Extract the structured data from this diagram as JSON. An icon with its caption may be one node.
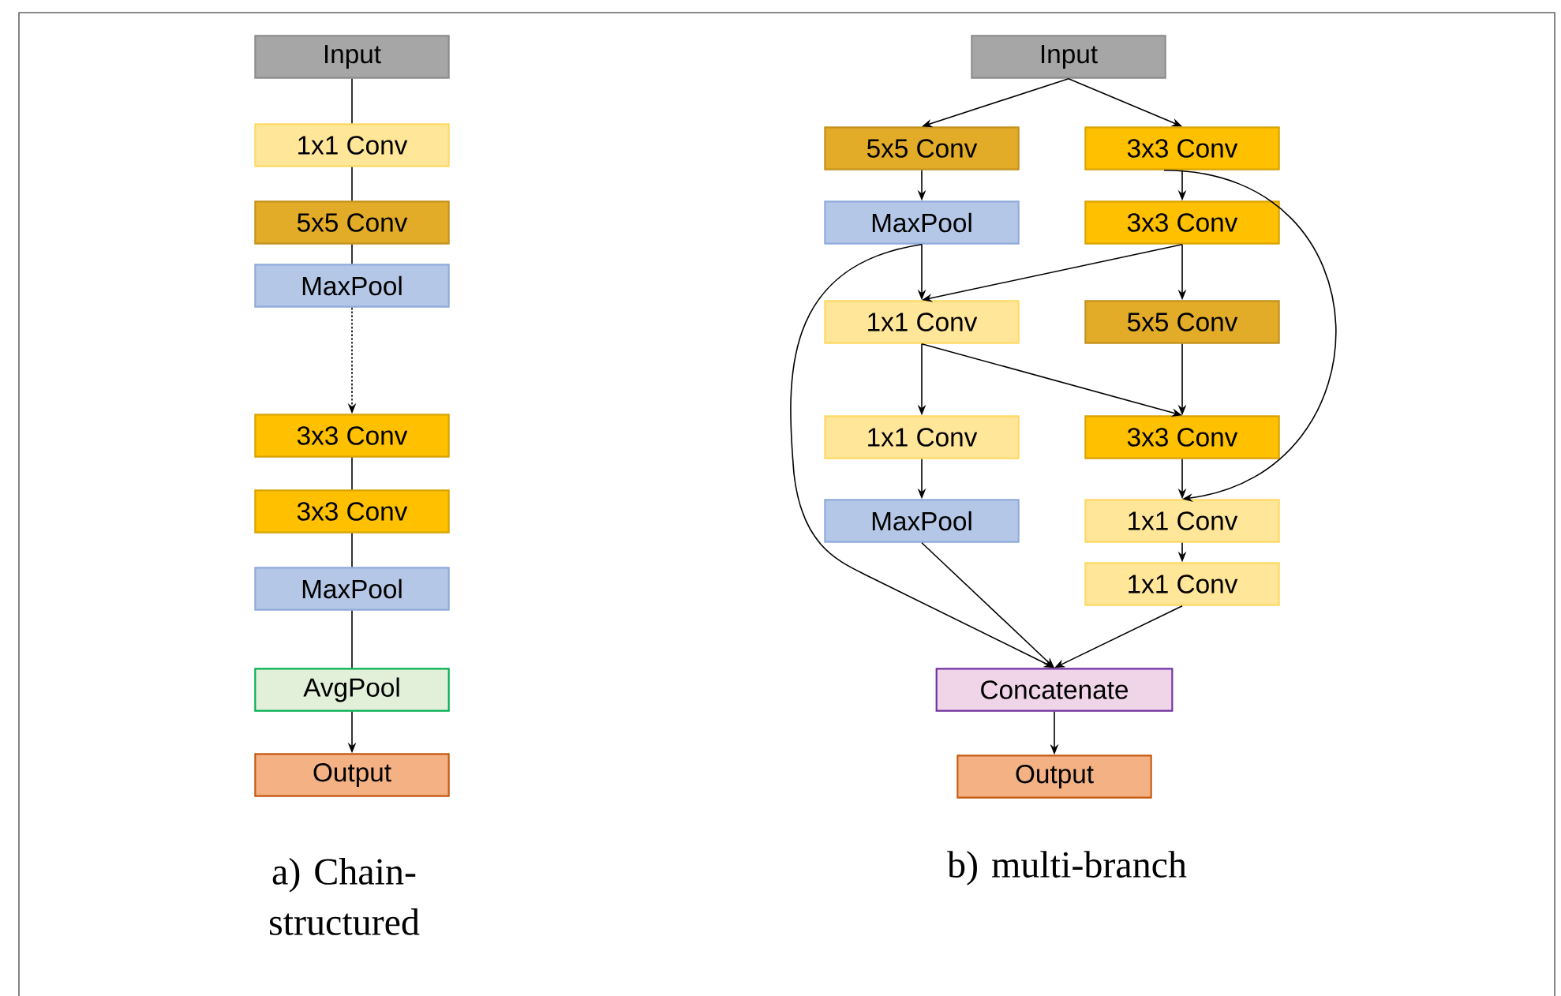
{
  "diagram": {
    "nodes": [
      {
        "text": [
          "Input"
        ]
      },
      {
        "text": [
          "1x1 Conv"
        ]
      },
      {
        "text": [
          "5x5 Conv"
        ]
      },
      {
        "text": [
          "MaxPool"
        ]
      },
      {
        "text": [
          "3x3 Conv"
        ]
      },
      {
        "text": [
          "3x3 Conv"
        ]
      },
      {
        "text": [
          "MaxPool"
        ]
      },
      {
        "text": [
          "AvgPool"
        ]
      },
      {
        "text": [
          "Output"
        ]
      },
      {
        "text": [
          "Input"
        ]
      },
      {
        "text": [
          "5x5 Conv"
        ]
      },
      {
        "text": [
          "3x3 Conv"
        ]
      },
      {
        "text": [
          "MaxPool"
        ]
      },
      {
        "text": [
          "3x3 Conv"
        ]
      },
      {
        "text": [
          "1x1 Conv"
        ]
      },
      {
        "text": [
          "5x5 Conv"
        ]
      },
      {
        "text": [
          "1x1 Conv"
        ]
      },
      {
        "text": [
          "3x3 Conv"
        ]
      },
      {
        "text": [
          "MaxPool"
        ]
      },
      {
        "text": [
          "1x1 Conv"
        ]
      },
      {
        "text": [
          "1x1 Conv"
        ]
      },
      {
        "text": [
          "Concatenate"
        ]
      },
      {
        "text": [
          "Output"
        ]
      }
    ],
    "edges": [
      {
        "from": 0,
        "to": 1,
        "arrow": "none"
      },
      {
        "from": 1,
        "to": 2,
        "arrow": "none"
      },
      {
        "from": 2,
        "to": 3,
        "arrow": "none"
      },
      {
        "from": 3,
        "to": 4,
        "arrow": "to",
        "style": "dashed"
      },
      {
        "from": 4,
        "to": 5,
        "arrow": "none"
      },
      {
        "from": 5,
        "to": 6,
        "arrow": "none"
      },
      {
        "from": 6,
        "to": 7,
        "arrow": "none"
      },
      {
        "from": 7,
        "to": 8,
        "arrow": "to"
      },
      {
        "from": 9,
        "to": 10,
        "arrow": "to"
      },
      {
        "from": 9,
        "to": 11,
        "arrow": "to"
      },
      {
        "from": 10,
        "to": 12,
        "arrow": "to"
      },
      {
        "from": 11,
        "to": 13,
        "arrow": "to"
      },
      {
        "from": 12,
        "to": 14,
        "arrow": "to"
      },
      {
        "from": 13,
        "to": 14,
        "arrow": "to"
      },
      {
        "from": 13,
        "to": 15,
        "arrow": "to"
      },
      {
        "from": 14,
        "to": 16,
        "arrow": "to"
      },
      {
        "from": 14,
        "to": 17,
        "arrow": "to"
      },
      {
        "from": 15,
        "to": 17,
        "arrow": "to"
      },
      {
        "from": 16,
        "to": 18,
        "arrow": "to"
      },
      {
        "from": 17,
        "to": 19,
        "arrow": "to"
      },
      {
        "from": 11,
        "to": 19,
        "arrow": "to"
      },
      {
        "from": 19,
        "to": 20,
        "arrow": "to"
      },
      {
        "from": 12,
        "to": 21,
        "arrow": "to"
      },
      {
        "from": 18,
        "to": 21,
        "arrow": "to"
      },
      {
        "from": 20,
        "to": 21,
        "arrow": "to"
      },
      {
        "from": 21,
        "to": 22,
        "arrow": "to"
      }
    ],
    "labels": [
      "a) Chain-structured",
      "b) multi-branch"
    ]
  }
}
